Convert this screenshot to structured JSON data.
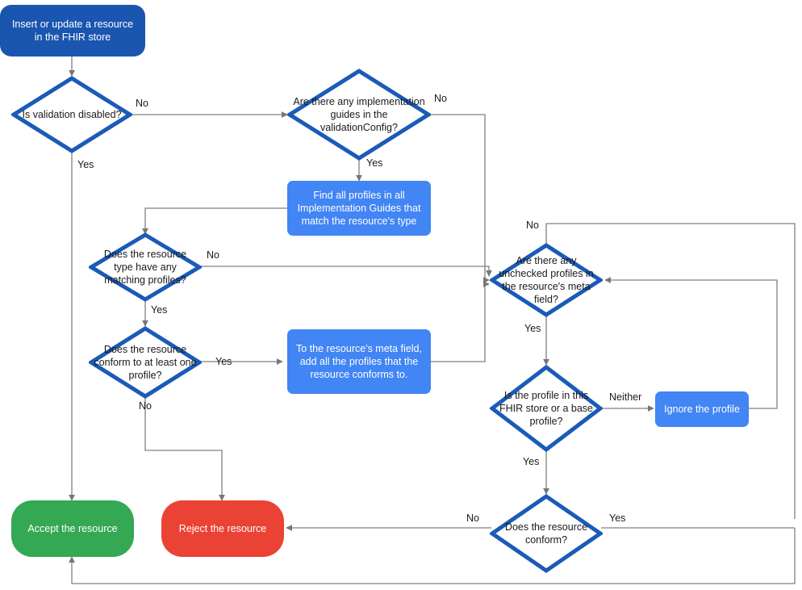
{
  "diagram": {
    "title": "FHIR store resource validation flow",
    "colors": {
      "start_fill": "#1a56b0",
      "process_fill": "#4285f4",
      "decision_stroke": "#1a5bb8",
      "accept_fill": "#34a853",
      "reject_fill": "#ea4335",
      "edge_stroke": "#808080",
      "text_on_fill": "#ffffff",
      "text_on_white": "#1a1a1a"
    },
    "nodes": [
      {
        "id": "start",
        "type": "terminal-start",
        "label": "Insert or update a resource in the FHIR store"
      },
      {
        "id": "validation_disabled",
        "type": "decision",
        "label": "Is validation disabled?"
      },
      {
        "id": "impl_guides",
        "type": "decision",
        "label": "Are there any implementation guides in the validationConfig?"
      },
      {
        "id": "find_profiles",
        "type": "process",
        "label": "Find all profiles in all Implementation Guides that match the resource's type"
      },
      {
        "id": "matching_profiles",
        "type": "decision",
        "label": "Does the resource type have any matching profiles?"
      },
      {
        "id": "conform_one",
        "type": "decision",
        "label": "Does the resource conform to at least one profile?"
      },
      {
        "id": "add_profiles",
        "type": "process",
        "label": "To the resource's meta field, add all the profiles that the resource conforms to."
      },
      {
        "id": "unchecked_profiles",
        "type": "decision",
        "label": "Are there any unchecked profiles in the resource's meta field?"
      },
      {
        "id": "profile_in_store",
        "type": "decision",
        "label": "Is the profile in this FHIR store or a base profile?"
      },
      {
        "id": "ignore_profile",
        "type": "process",
        "label": "Ignore the profile"
      },
      {
        "id": "resource_conform",
        "type": "decision",
        "label": "Does the resource conform?"
      },
      {
        "id": "accept",
        "type": "terminal-accept",
        "label": "Accept the resource"
      },
      {
        "id": "reject",
        "type": "terminal-reject",
        "label": "Reject the resource"
      }
    ],
    "edge_labels": [
      {
        "id": "lbl_vd_no",
        "text": "No"
      },
      {
        "id": "lbl_vd_yes",
        "text": "Yes"
      },
      {
        "id": "lbl_ig_no",
        "text": "No"
      },
      {
        "id": "lbl_ig_yes",
        "text": "Yes"
      },
      {
        "id": "lbl_mp_no",
        "text": "No"
      },
      {
        "id": "lbl_mp_yes",
        "text": "Yes"
      },
      {
        "id": "lbl_c1_yes",
        "text": "Yes"
      },
      {
        "id": "lbl_c1_no",
        "text": "No"
      },
      {
        "id": "lbl_up_no",
        "text": "No"
      },
      {
        "id": "lbl_up_yes",
        "text": "Yes"
      },
      {
        "id": "lbl_pis_neither",
        "text": "Neither"
      },
      {
        "id": "lbl_pis_yes",
        "text": "Yes"
      },
      {
        "id": "lbl_rc_no",
        "text": "No"
      },
      {
        "id": "lbl_rc_yes",
        "text": "Yes"
      }
    ]
  }
}
